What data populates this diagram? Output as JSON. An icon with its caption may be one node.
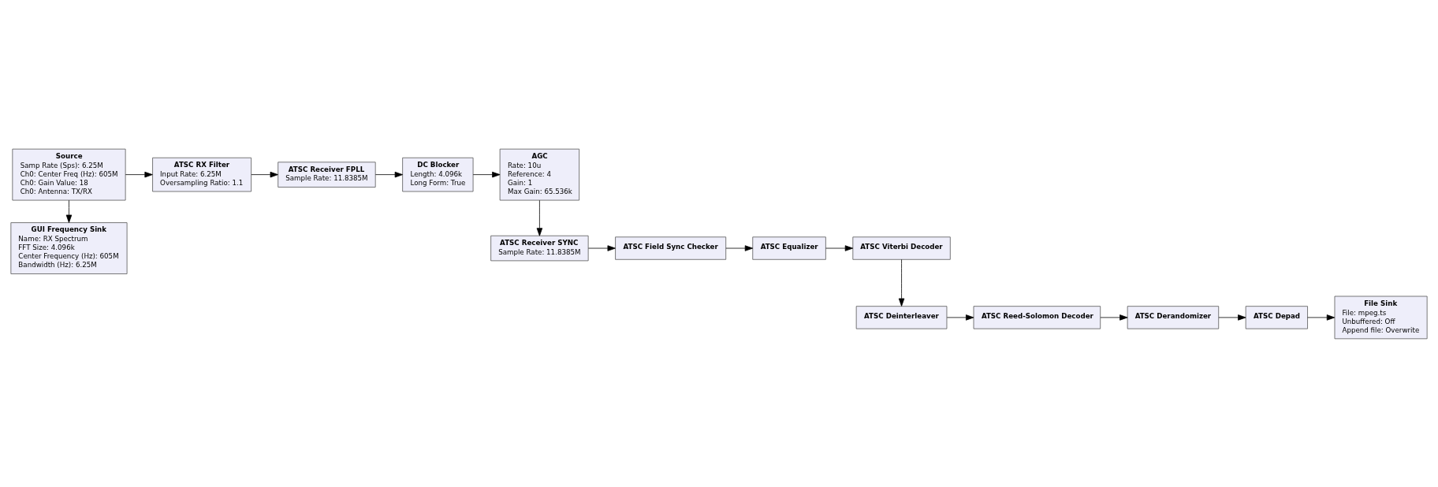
{
  "diagram": {
    "nodes": [
      {
        "text": [
          "GUI Frequency Sink",
          "Name: RX Spectrum",
          "FFT Size: 4.096k",
          "Center Frequency (Hz): 605M",
          "Bandwidth (Hz): 6.25M"
        ]
      },
      {
        "text": [
          "Source",
          "Samp Rate (Sps): 6.25M",
          "Ch0: Center Freq (Hz): 605M",
          "Ch0: Gain Value: 18",
          "Ch0: Antenna: TX/RX"
        ]
      },
      {
        "text": [
          "ATSC RX Filter",
          "Input Rate: 6.25M",
          "Oversampling Ratio: 1.1"
        ]
      },
      {
        "text": [
          "ATSC Receiver FPLL",
          "Sample Rate: 11.8385M"
        ]
      },
      {
        "text": [
          "DC Blocker",
          "Length: 4.096k",
          "Long Form: True"
        ]
      },
      {
        "text": [
          "AGC",
          "Rate: 10u",
          "Reference: 4",
          "Gain: 1",
          "Max Gain: 65.536k"
        ]
      },
      {
        "text": [
          "ATSC Receiver SYNC",
          "Sample Rate: 11.8385M"
        ]
      },
      {
        "text": [
          "ATSC Field Sync Checker"
        ]
      },
      {
        "text": [
          "ATSC Equalizer"
        ]
      },
      {
        "text": [
          "ATSC Viterbi Decoder"
        ]
      },
      {
        "text": [
          "ATSC Deinterleaver"
        ]
      },
      {
        "text": [
          "ATSC Reed-Solomon Decoder"
        ]
      },
      {
        "text": [
          "ATSC Derandomizer"
        ]
      },
      {
        "text": [
          "ATSC Depad"
        ]
      },
      {
        "text": [
          "File Sink",
          "File: mpeg.ts",
          "Unbuffered: Off",
          "Append file: Overwrite"
        ]
      }
    ],
    "edges": [
      {
        "from": 1,
        "to": 0,
        "arrow": "to"
      },
      {
        "from": 1,
        "to": 2,
        "arrow": "to"
      },
      {
        "from": 2,
        "to": 3,
        "arrow": "to"
      },
      {
        "from": 3,
        "to": 4,
        "arrow": "to"
      },
      {
        "from": 4,
        "to": 5,
        "arrow": "to"
      },
      {
        "from": 5,
        "to": 6,
        "arrow": "to"
      },
      {
        "from": 6,
        "to": 7,
        "arrow": "to"
      },
      {
        "from": 7,
        "to": 8,
        "arrow": "to"
      },
      {
        "from": 8,
        "to": 9,
        "arrow": "to"
      },
      {
        "from": 9,
        "to": 10,
        "arrow": "to"
      },
      {
        "from": 10,
        "to": 11,
        "arrow": "to"
      },
      {
        "from": 11,
        "to": 12,
        "arrow": "to"
      },
      {
        "from": 12,
        "to": 13,
        "arrow": "to"
      },
      {
        "from": 13,
        "to": 14,
        "arrow": "to"
      }
    ]
  }
}
